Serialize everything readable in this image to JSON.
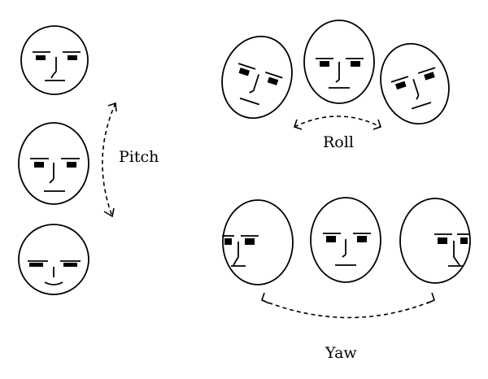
{
  "labels": {
    "pitch": "Pitch",
    "roll": "Roll",
    "yaw": "Yaw"
  },
  "colors": {
    "ink": "#000000",
    "background": "#ffffff"
  }
}
